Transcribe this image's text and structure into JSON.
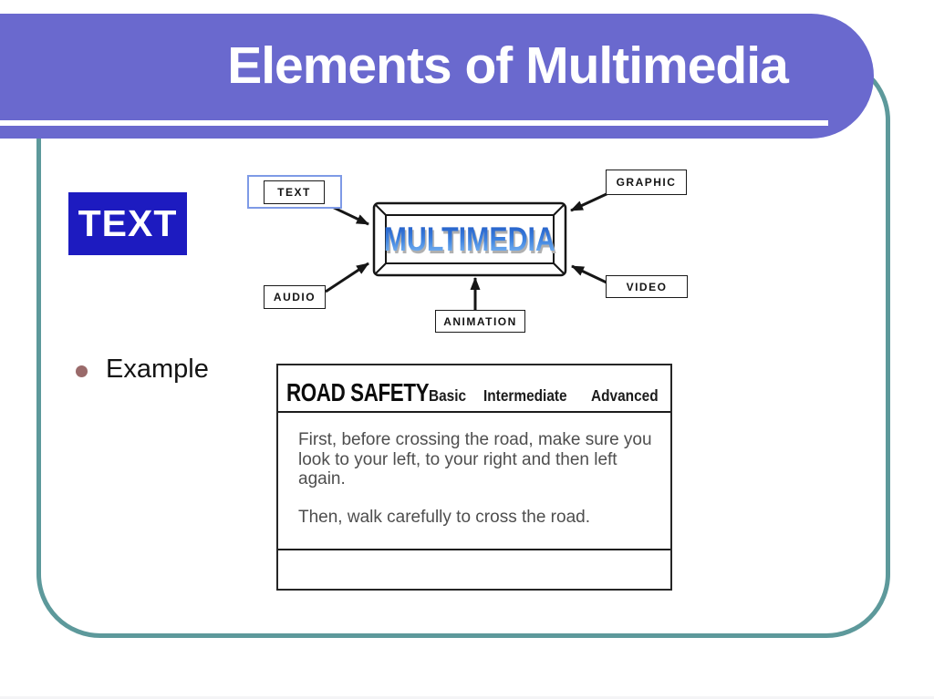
{
  "slide": {
    "banner": {
      "title": "Elements of Multimedia"
    },
    "text_label_box": "TEXT",
    "diagram": {
      "center_label": "MULTIMEDIA",
      "nodes": [
        {
          "label": "TEXT"
        },
        {
          "label": "GRAPHIC"
        },
        {
          "label": "AUDIO"
        },
        {
          "label": "VIDEO"
        },
        {
          "label": "ANIMATION"
        }
      ]
    },
    "bullet_item": "Example",
    "road_safety": {
      "title": "ROAD SAFETY",
      "tabs": [
        {
          "label": "Basic"
        },
        {
          "label": "Intermediate"
        },
        {
          "label": "Advanced"
        }
      ],
      "paragraph1_lines": [
        "First, before crossing the road, make sure you",
        "look to your left, to your right and then left",
        "again."
      ],
      "paragraph2_lines": [
        "Then, walk carefully to cross the road."
      ]
    },
    "colors": {
      "banner_purple": "#6a69ce",
      "frame_teal": "#5d999b",
      "text_box_blue": "#1d1bc0",
      "bullet_maroon": "#9a6a6a",
      "multimedia_blue_top": "#1d55c0",
      "multimedia_blue_bottom": "#8ec6f6",
      "panel_body_gray": "#4e4e4e"
    }
  }
}
